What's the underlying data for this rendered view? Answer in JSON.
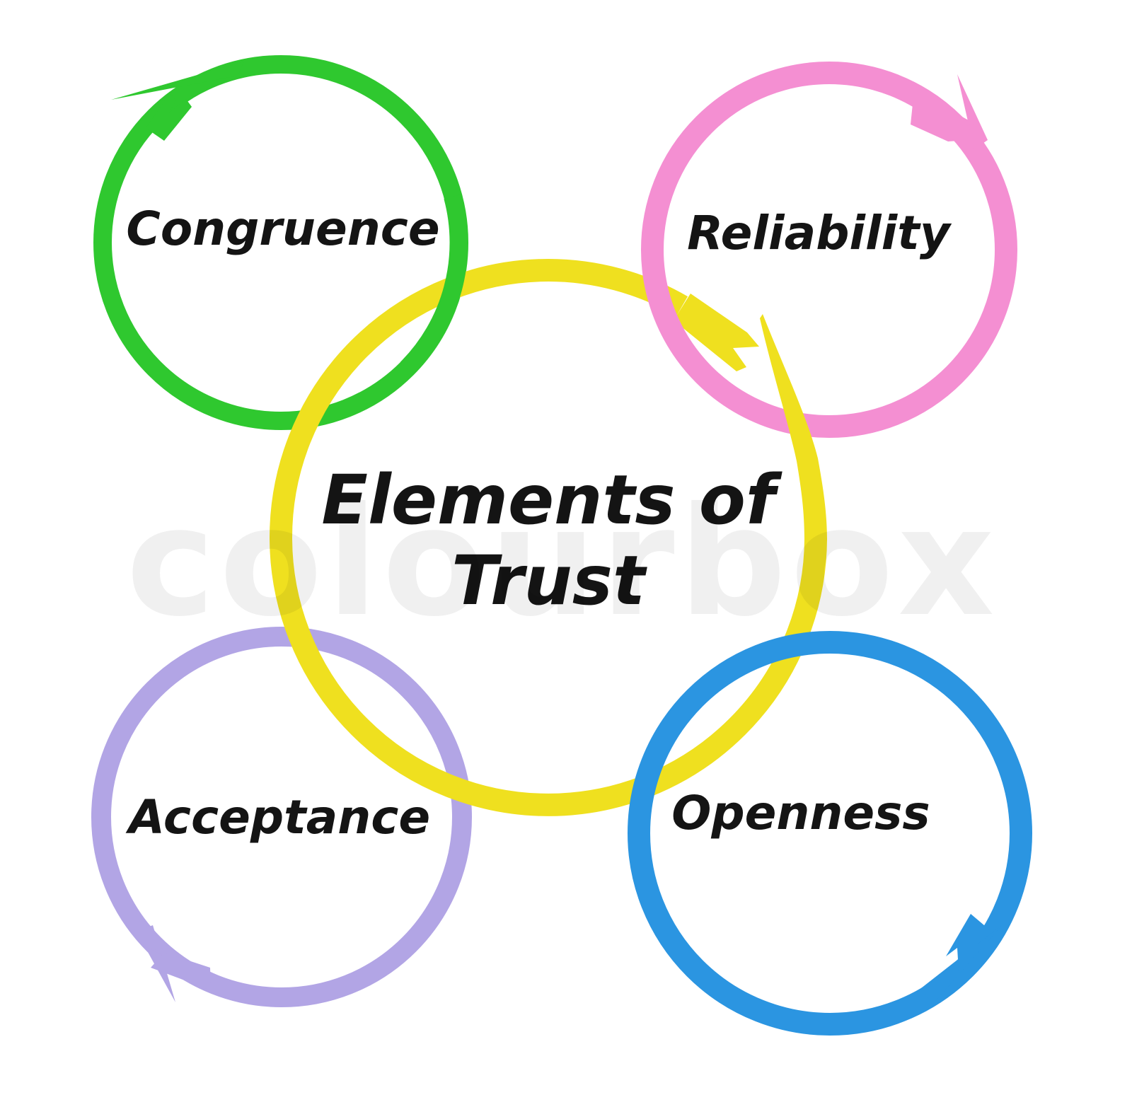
{
  "diagram": {
    "title_line1": "Elements of",
    "title_line2": "Trust",
    "text_color": "#141414",
    "background": "#ffffff",
    "hub": {
      "name": "elements-of-trust",
      "color": "#EFE01F"
    },
    "nodes": [
      {
        "label": "Congruence",
        "color": "#2FC82F",
        "position": "top-left"
      },
      {
        "label": "Reliability",
        "color": "#F48FD2",
        "position": "top-right"
      },
      {
        "label": "Acceptance",
        "color": "#B2A5E5",
        "position": "bottom-left"
      },
      {
        "label": "Openness",
        "color": "#2B95E1",
        "position": "bottom-right"
      }
    ],
    "watermark": {
      "text": "colourbox",
      "color": "rgba(0,0,0,0.058)"
    }
  }
}
